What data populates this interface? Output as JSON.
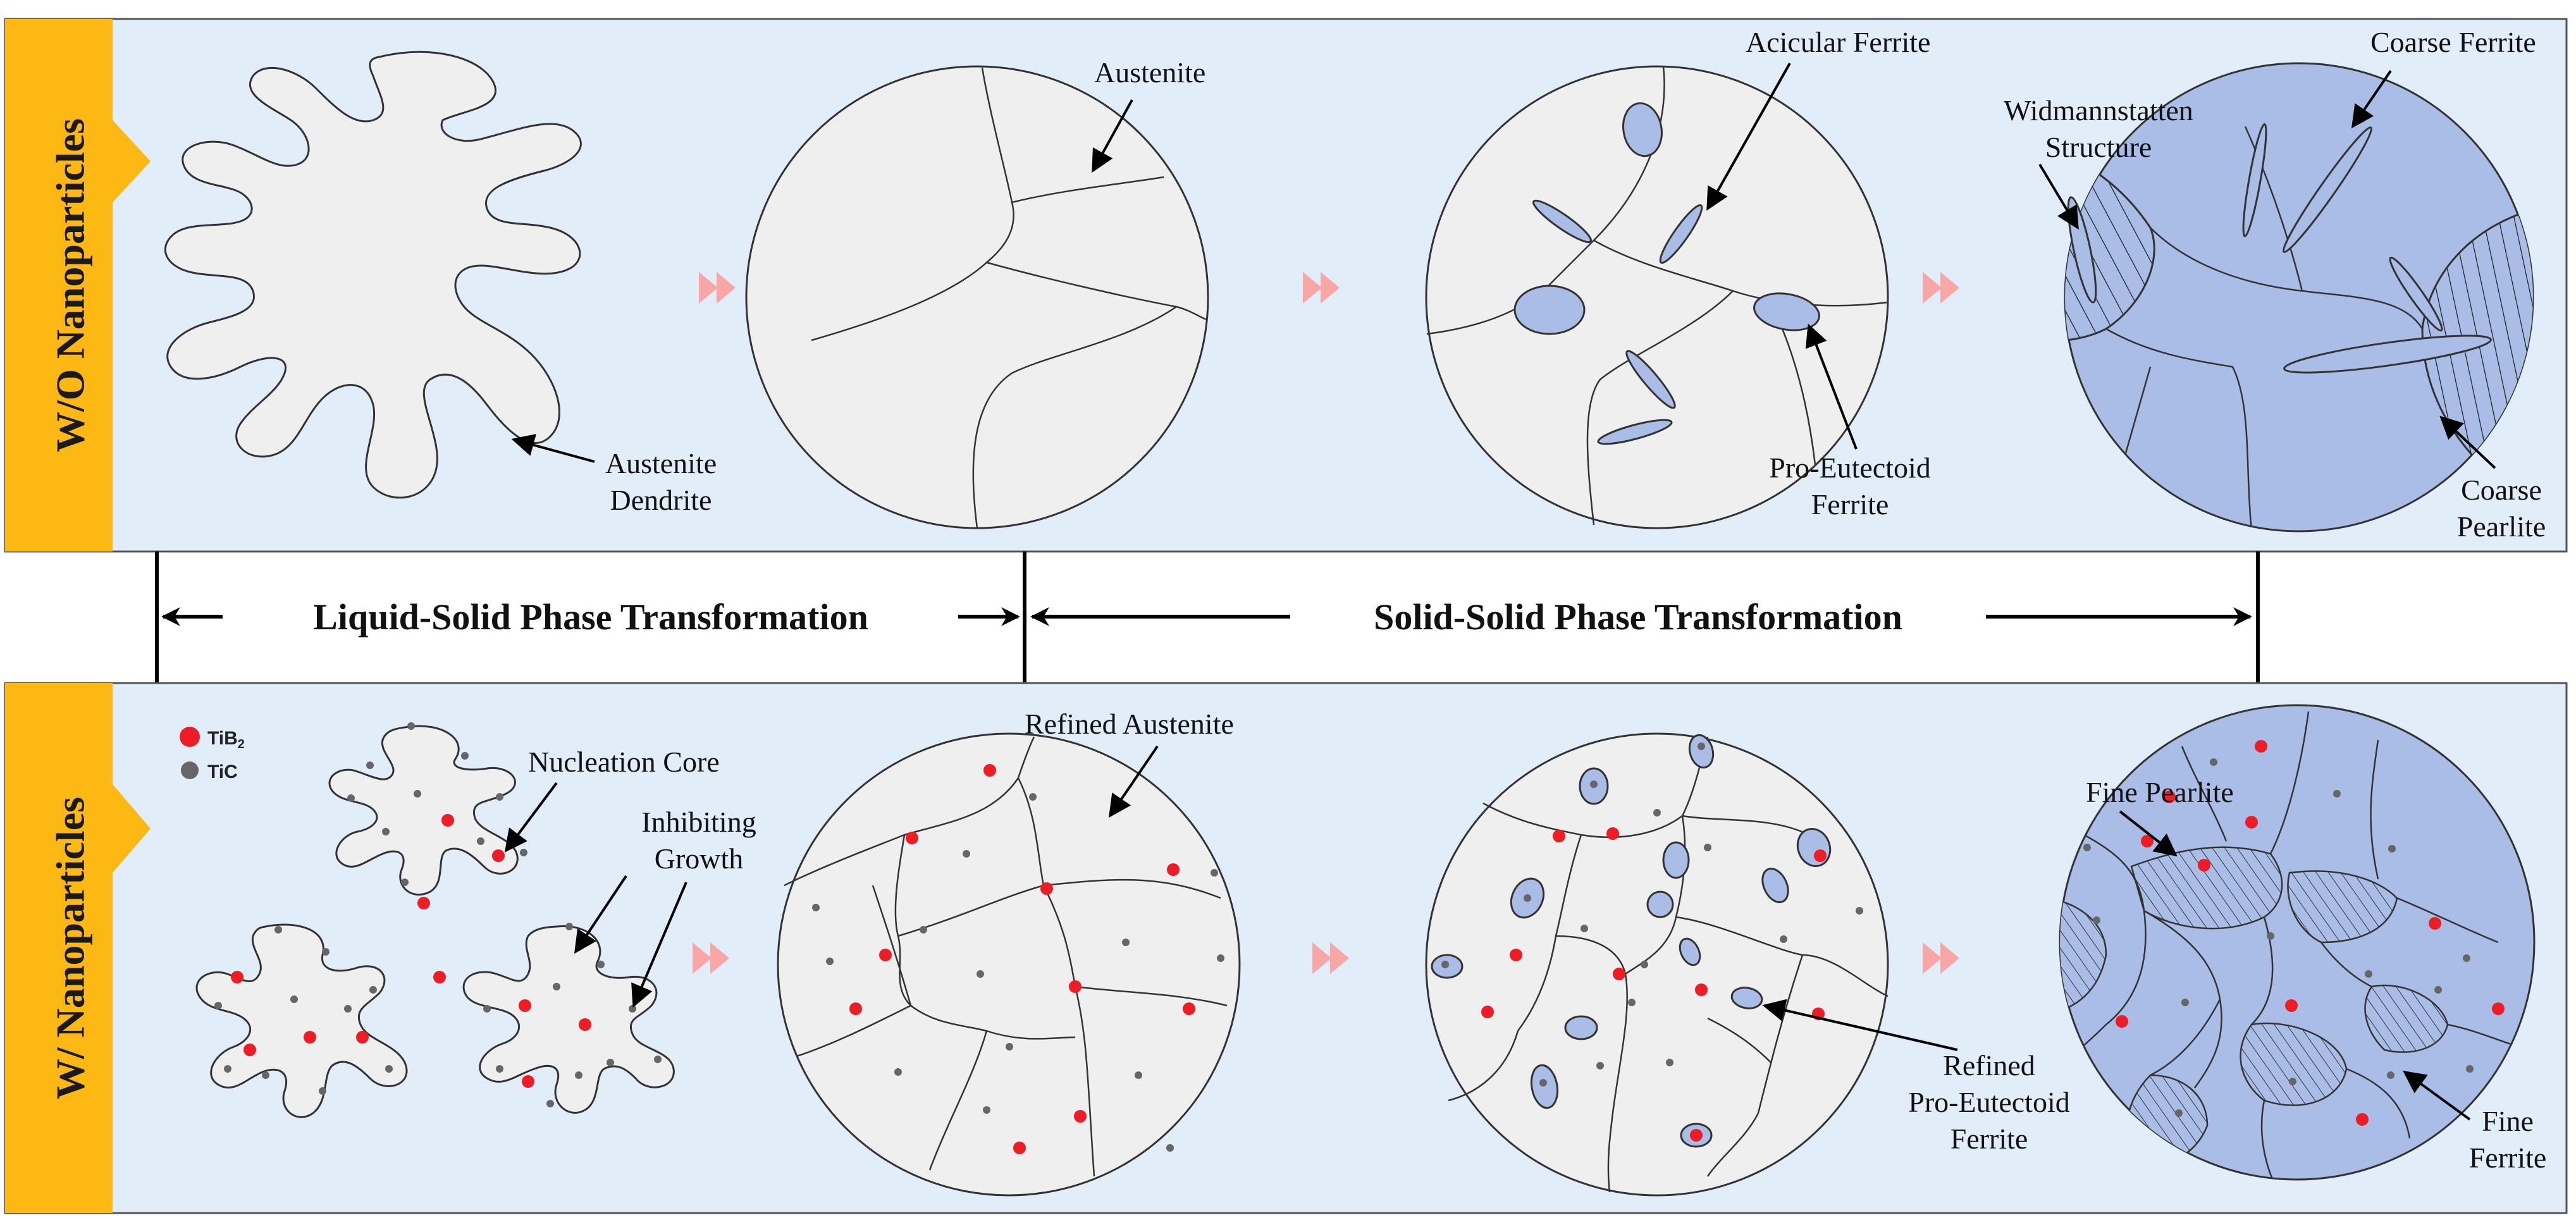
{
  "panels": {
    "top": {
      "side_label": "W/O Nanoparticles",
      "dendrite_label": [
        "Austenite",
        "Dendrite"
      ],
      "austenite_label": "Austenite",
      "acicular_label": "Acicular Ferrite",
      "proeutectoid_label": [
        "Pro-Eutectoid",
        "Ferrite"
      ],
      "coarse_ferrite_label": "Coarse Ferrite",
      "widmannstatten_label": [
        "Widmannstatten",
        "Structure"
      ],
      "coarse_pearlite_label": [
        "Coarse",
        "Pearlite"
      ]
    },
    "bottom": {
      "side_label": "W/ Nanoparticles",
      "legend_tib2": "TiB",
      "legend_tib2_sub": "2",
      "legend_tic": "TiC",
      "nucleation_label": "Nucleation Core",
      "inhibiting_label": [
        "Inhibiting",
        "Growth"
      ],
      "refined_austenite_label": "Refined Austenite",
      "refined_ferrite_label": [
        "Refined",
        "Pro-Eutectoid",
        "Ferrite"
      ],
      "fine_pearlite_label": "Fine Pearlite",
      "fine_ferrite_label": [
        "Fine",
        "Ferrite"
      ]
    }
  },
  "transformations": {
    "liquid_solid": "Liquid-Solid Phase Transformation",
    "solid_solid": "Solid-Solid Phase Transformation"
  },
  "colors": {
    "panel_bg": "#e1eefa",
    "side_tab": "#fdb813",
    "austenite_fill": "#efefef",
    "ferrite_fill": "#a9bde6",
    "tib2_particle": "#ee1c25",
    "tic_particle": "#666666",
    "step_arrow": "#f8a6a6"
  }
}
